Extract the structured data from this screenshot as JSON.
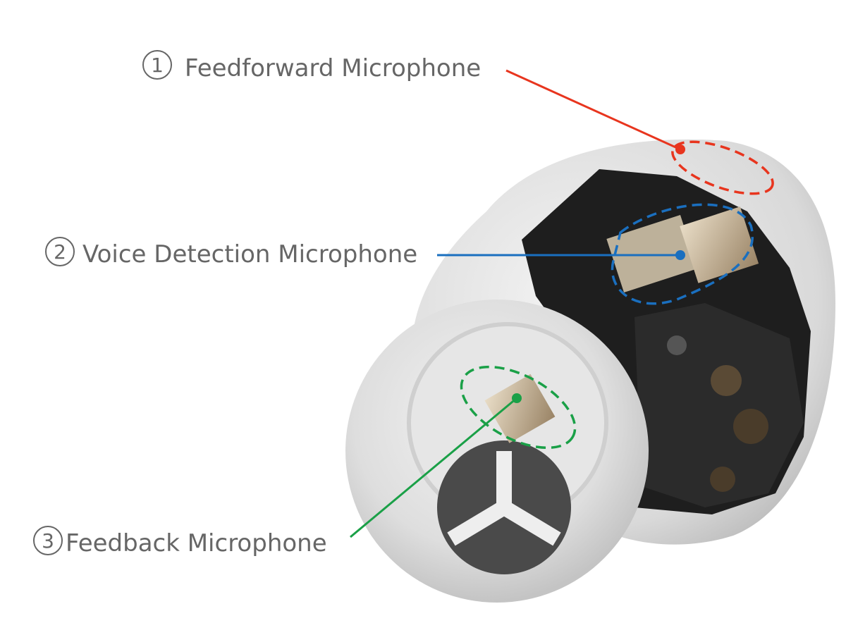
{
  "labels": [
    {
      "number": "1",
      "text": "Feedforward Microphone",
      "color": "#e8351e"
    },
    {
      "number": "2",
      "text": "Voice Detection Microphone",
      "color": "#1a6fbf"
    },
    {
      "number": "3",
      "text": "Feedback Microphone",
      "color": "#1aa047"
    }
  ],
  "text_color": "#666666"
}
